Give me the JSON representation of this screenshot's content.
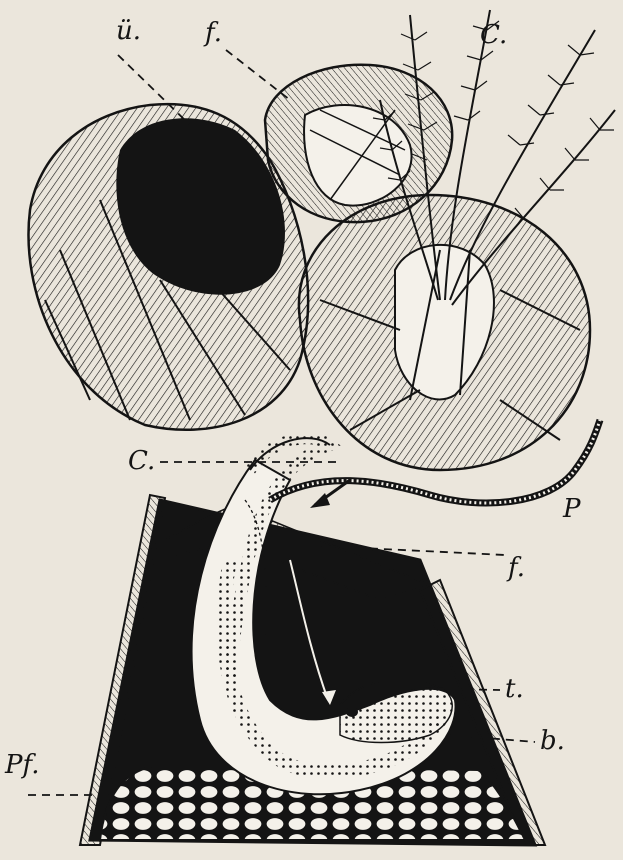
{
  "labels": {
    "u": "ü.",
    "f_top": "f.",
    "c_top": "C.",
    "c_mid": "C.",
    "p": "P",
    "f_mid": "f.",
    "t": "t.",
    "b": "b.",
    "pf": "Pf."
  },
  "colors": {
    "ink": "#141414",
    "paper": "#ebe6dc",
    "shell_fill": "#f4f1ea"
  }
}
